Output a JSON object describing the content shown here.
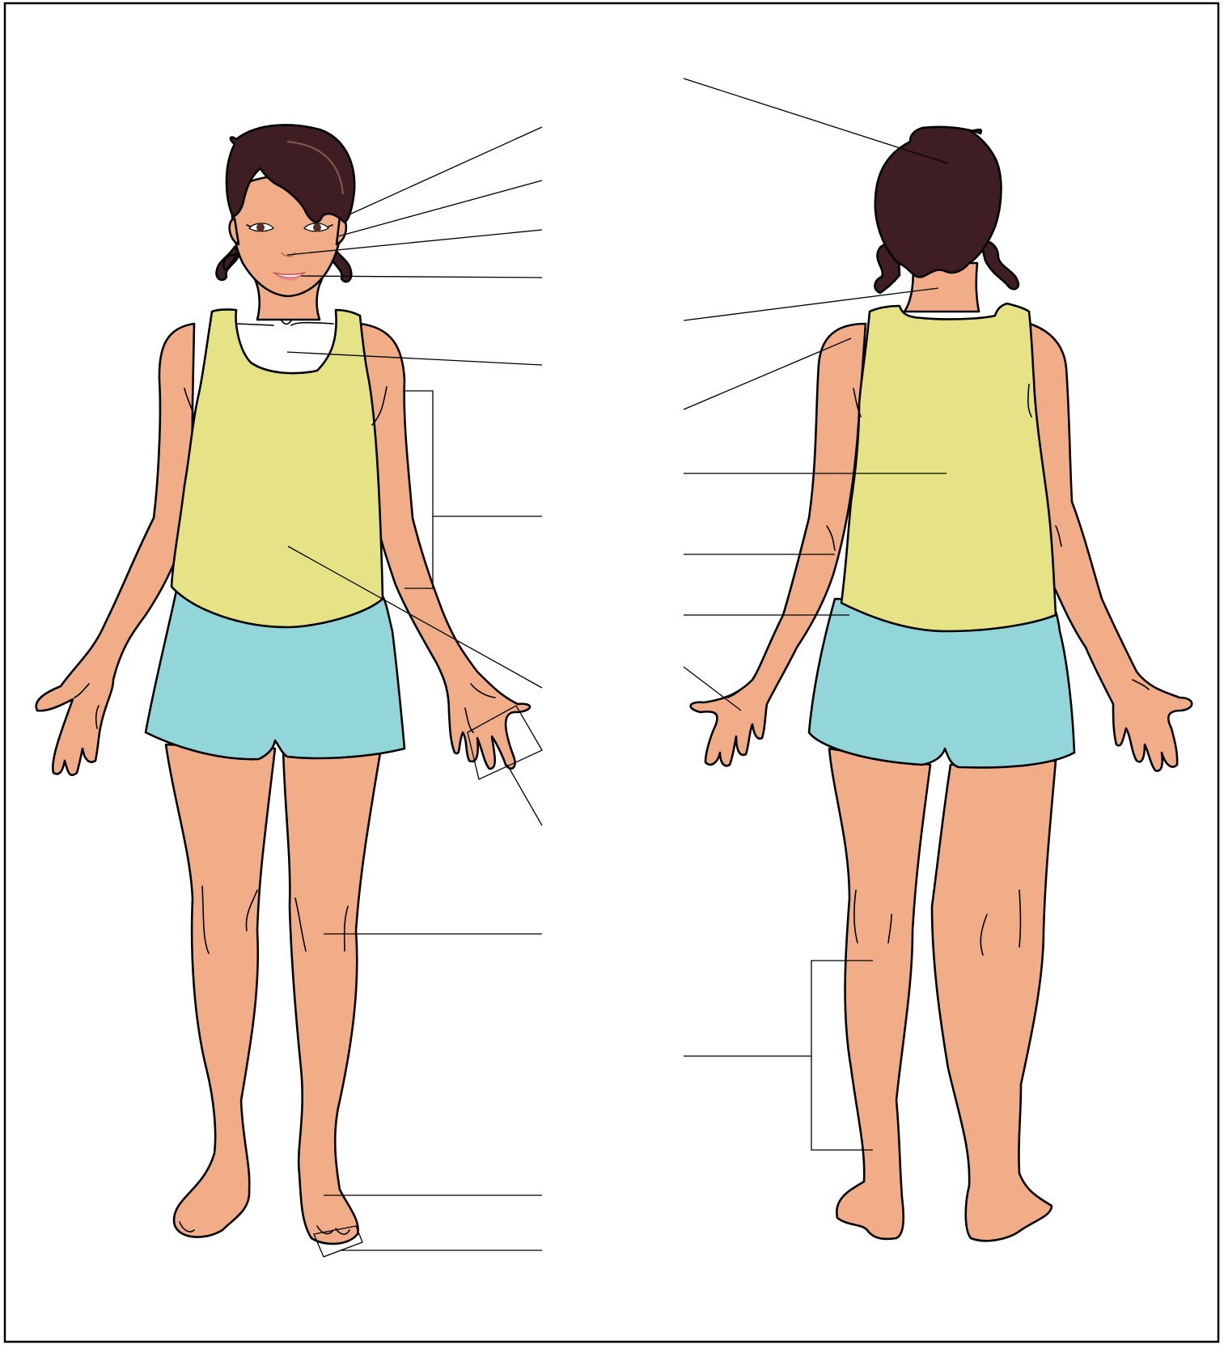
{
  "diagram": {
    "type": "labeled-body-parts-worksheet",
    "views": [
      "front",
      "back"
    ],
    "label_text": [],
    "colors": {
      "skin": "#F0AD88",
      "hair": "#3F1E23",
      "shirt": "#E5E385",
      "shorts": "#93D6DA",
      "outline": "#000000",
      "background": "#FFFFFF",
      "lips": "#E8898A"
    },
    "front_leader_count": 12,
    "back_leader_count": 8
  }
}
